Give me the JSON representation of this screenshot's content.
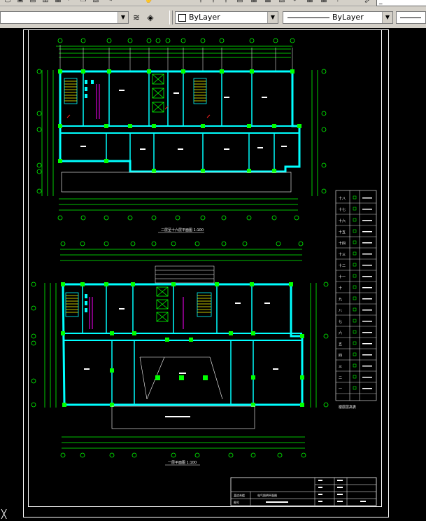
{
  "toolbar": {
    "color_combo": "ByLayer",
    "linetype_combo": "ByLayer",
    "right_box_text": "_"
  },
  "drawing": {
    "plan1_title": "二层至十六层平面图 1:100",
    "plan2_title": "一层平面图 1:100",
    "legend_title": "楼层层高表",
    "legend_floors": [
      "十八",
      "十七",
      "十六",
      "十五",
      "十四",
      "十三",
      "十二",
      "十一",
      "十",
      "九",
      "八",
      "七",
      "六",
      "五",
      "四",
      "三",
      "二",
      "一"
    ],
    "title_block_left": "某综合楼",
    "title_block_center": "电气照明平面图",
    "title_block_sheet": "图号"
  },
  "colors": {
    "walls": "#00ffff",
    "columns": "#00ff00",
    "axis": "#00ff00",
    "text": "#ffffff",
    "magenta": "#ff00ff",
    "yellow": "#ffff00",
    "red": "#ff2020"
  }
}
